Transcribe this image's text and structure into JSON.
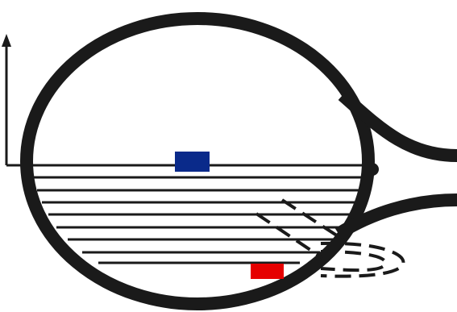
{
  "diagram": {
    "colors": {
      "background": "#ffffff",
      "stroke": "#1a1a1a",
      "marker_top": "#0a2a8a",
      "marker_bottom": "#e60000"
    },
    "elements": {
      "vertical_axis": "arrow",
      "main_shape": "ellipse",
      "upper_arm": "curve",
      "lower_arm": "curve",
      "horizontal_lines": 8,
      "dashed_arcs": 2,
      "markers": [
        "blue-rectangle",
        "red-rectangle"
      ]
    }
  }
}
